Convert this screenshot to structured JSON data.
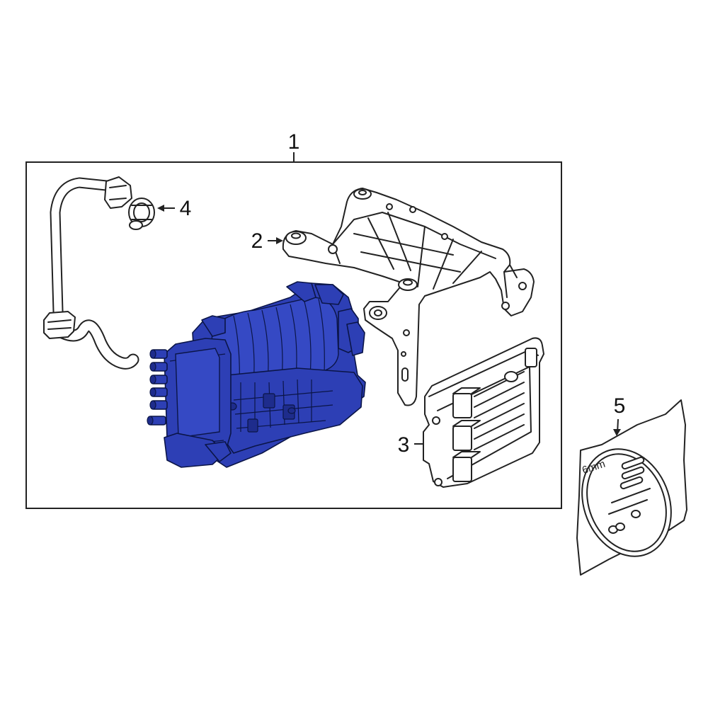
{
  "callouts": {
    "c1": "1",
    "c2": "2",
    "c3": "3",
    "c4": "4",
    "c5": "5"
  },
  "kit": {
    "size_label": "6mm"
  },
  "colors": {
    "highlight": "#2d3fb5",
    "line": "#222222",
    "background": "#ffffff"
  }
}
